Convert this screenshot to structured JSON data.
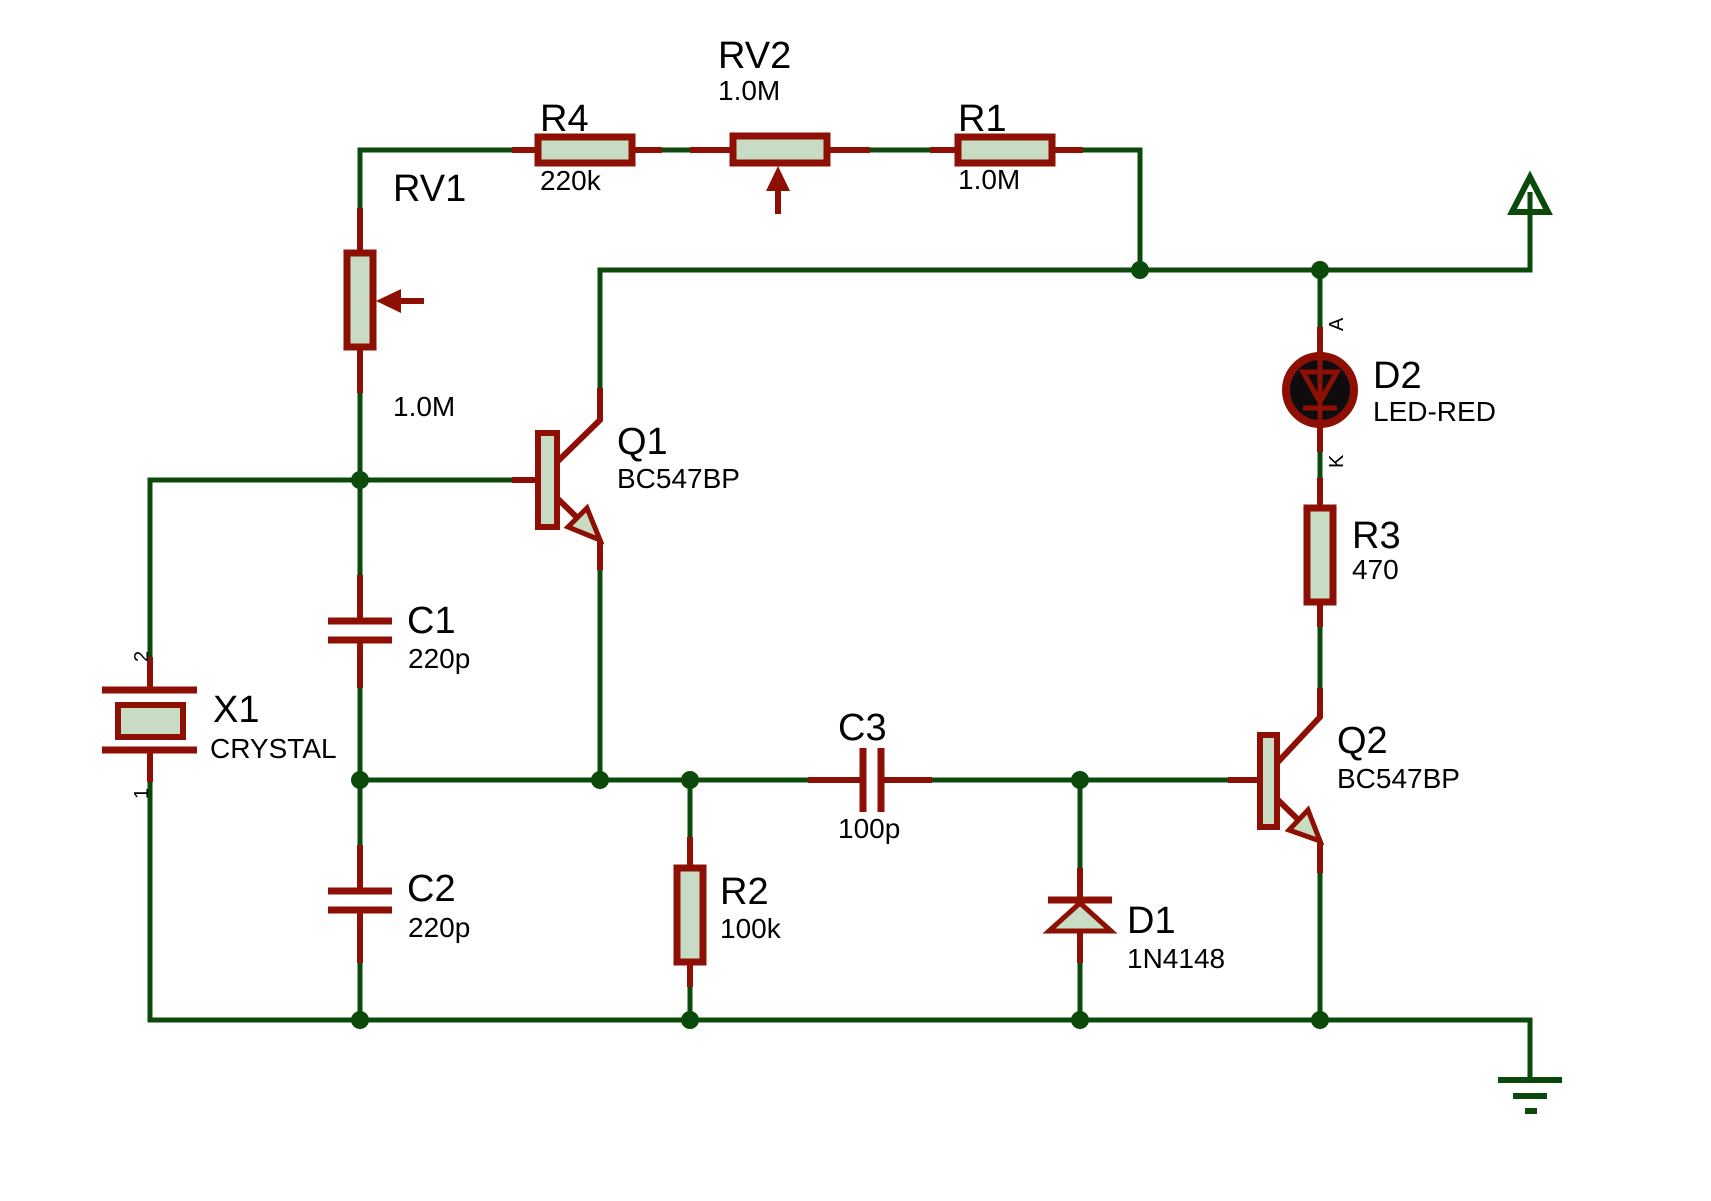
{
  "colors": {
    "background": "#FFFFFF",
    "wire_green": "#0B4A0B",
    "pin_red": "#8E0F04",
    "component_outline": "#8E0F04",
    "component_fill": "#C7DCC2",
    "led_body_fill": "#0D0D0D",
    "text": "#000000"
  },
  "components": {
    "R4": {
      "ref": "R4",
      "value": "220k",
      "type": "resistor"
    },
    "RV2": {
      "ref": "RV2",
      "value": "1.0M",
      "type": "potentiometer"
    },
    "R1": {
      "ref": "R1",
      "value": "1.0M",
      "type": "resistor"
    },
    "RV1": {
      "ref": "RV1",
      "value": "1.0M",
      "type": "potentiometer"
    },
    "Q1": {
      "ref": "Q1",
      "value": "BC547BP",
      "type": "npn-transistor"
    },
    "C1": {
      "ref": "C1",
      "value": "220p",
      "type": "capacitor"
    },
    "X1": {
      "ref": "X1",
      "value": "CRYSTAL",
      "type": "crystal"
    },
    "C2": {
      "ref": "C2",
      "value": "220p",
      "type": "capacitor"
    },
    "R2": {
      "ref": "R2",
      "value": "100k",
      "type": "resistor"
    },
    "C3": {
      "ref": "C3",
      "value": "100p",
      "type": "capacitor"
    },
    "D1": {
      "ref": "D1",
      "value": "1N4148",
      "type": "diode"
    },
    "Q2": {
      "ref": "Q2",
      "value": "BC547BP",
      "type": "npn-transistor"
    },
    "D2": {
      "ref": "D2",
      "value": "LED-RED",
      "type": "led"
    },
    "R3": {
      "ref": "R3",
      "value": "470",
      "type": "resistor"
    }
  },
  "pin_labels": {
    "d2_anode": "A",
    "d2_cathode": "K",
    "x1_pin2": "2",
    "x1_pin1": "1"
  }
}
